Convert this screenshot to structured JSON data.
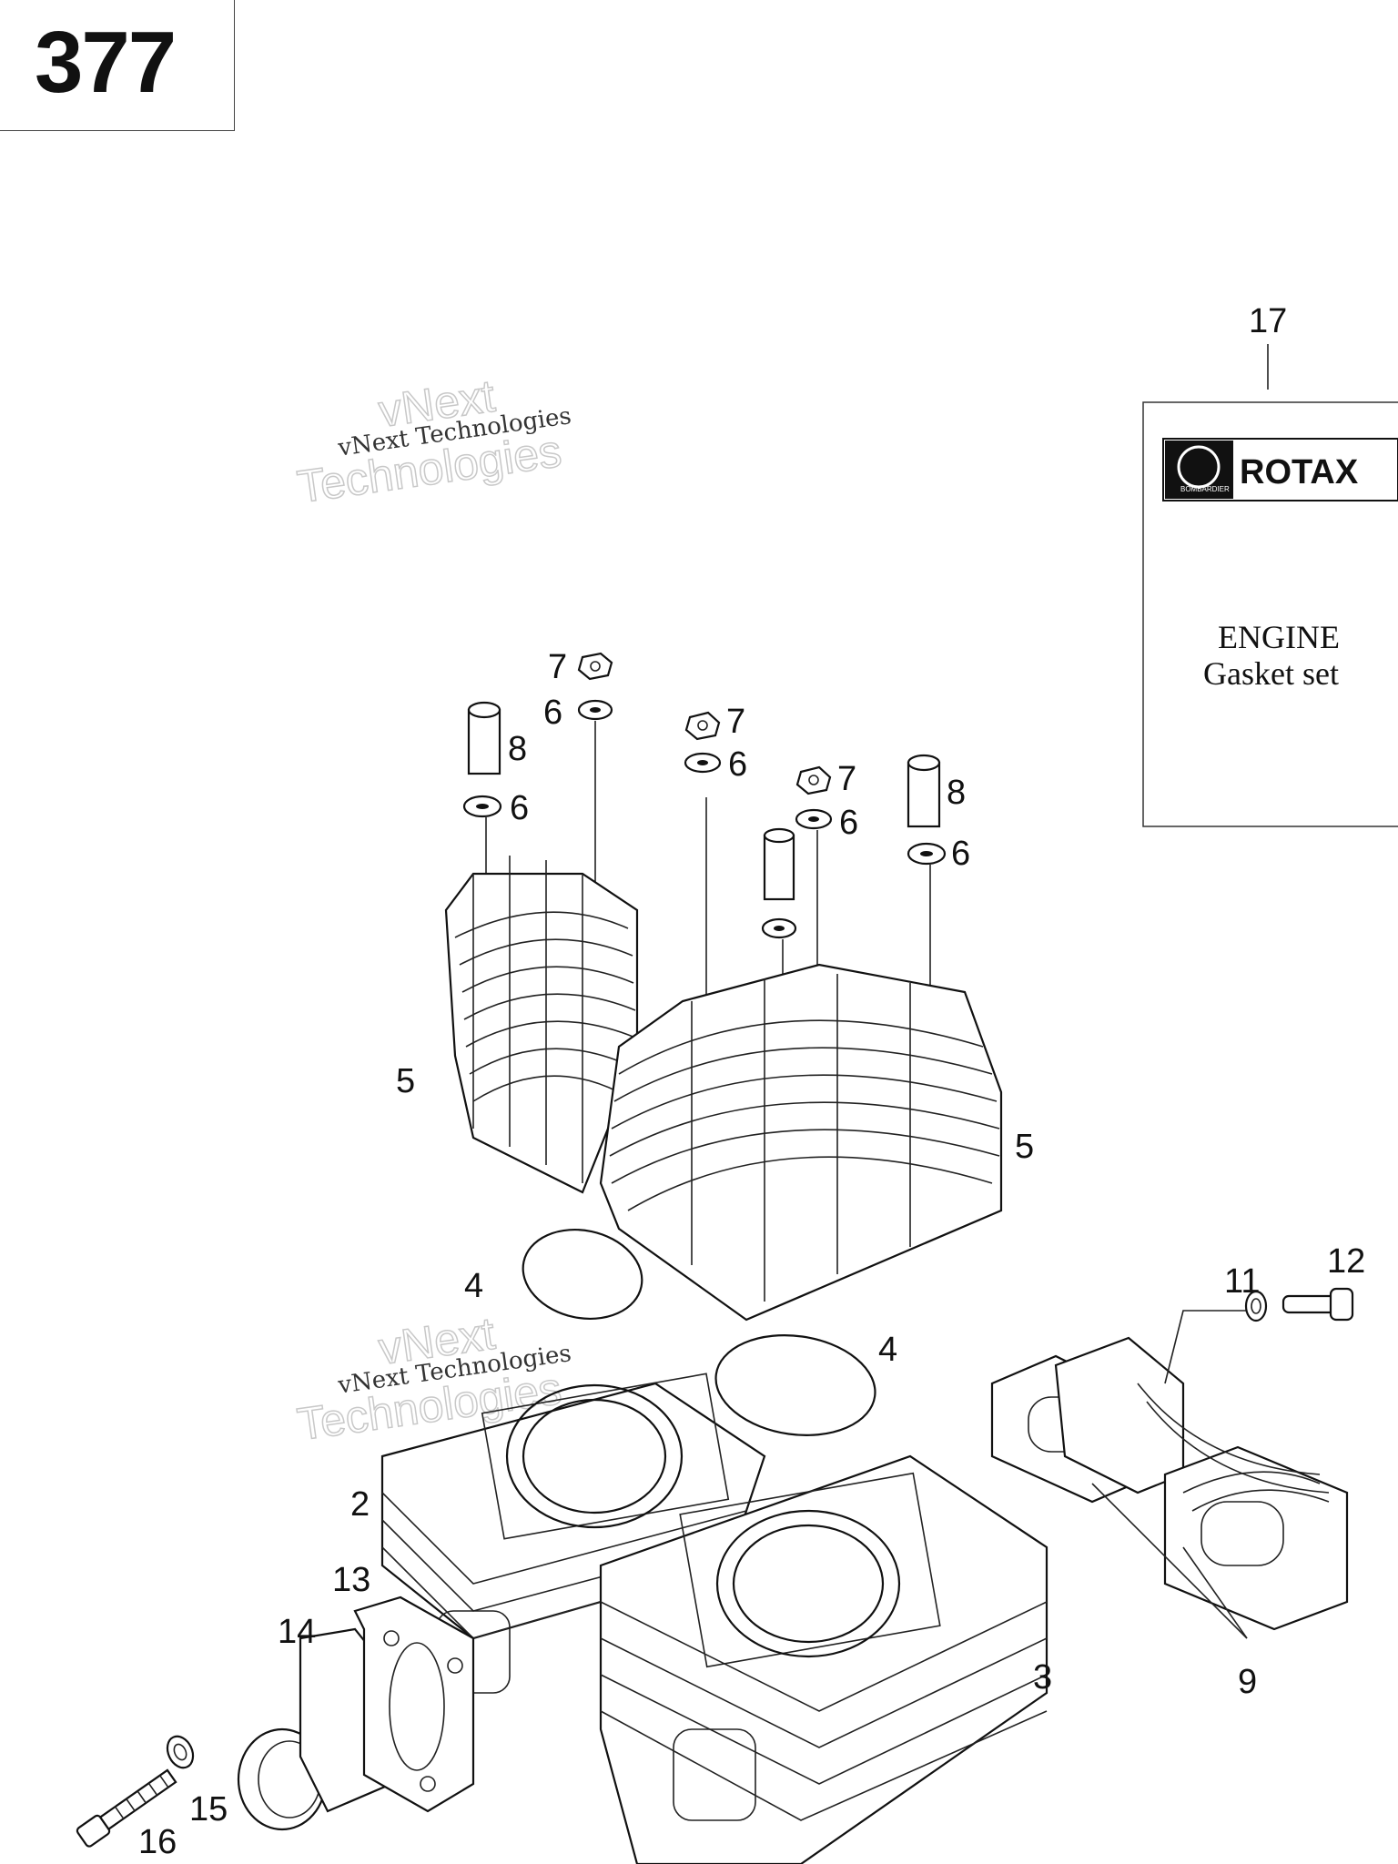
{
  "page_number": "377",
  "watermark": {
    "line1": "vNext Technologies",
    "line2": "vNext",
    "line3": "Technologies"
  },
  "gasket_kit": {
    "callout": "17",
    "brand": "ROTAX",
    "logo_text": "BOMBARDIER",
    "line1": "ENGINE",
    "line2": "Gasket set"
  },
  "callouts": {
    "c2": "2",
    "c3": "3",
    "c4a": "4",
    "c4b": "4",
    "c5a": "5",
    "c5b": "5",
    "c6a": "6",
    "c6b": "6",
    "c6c": "6",
    "c6d": "6",
    "c6e": "6",
    "c7a": "7",
    "c7b": "7",
    "c7c": "7",
    "c8a": "8",
    "c8b": "8",
    "c9": "9",
    "c11": "11",
    "c12": "12",
    "c13": "13",
    "c14": "14",
    "c15": "15",
    "c16": "16"
  }
}
